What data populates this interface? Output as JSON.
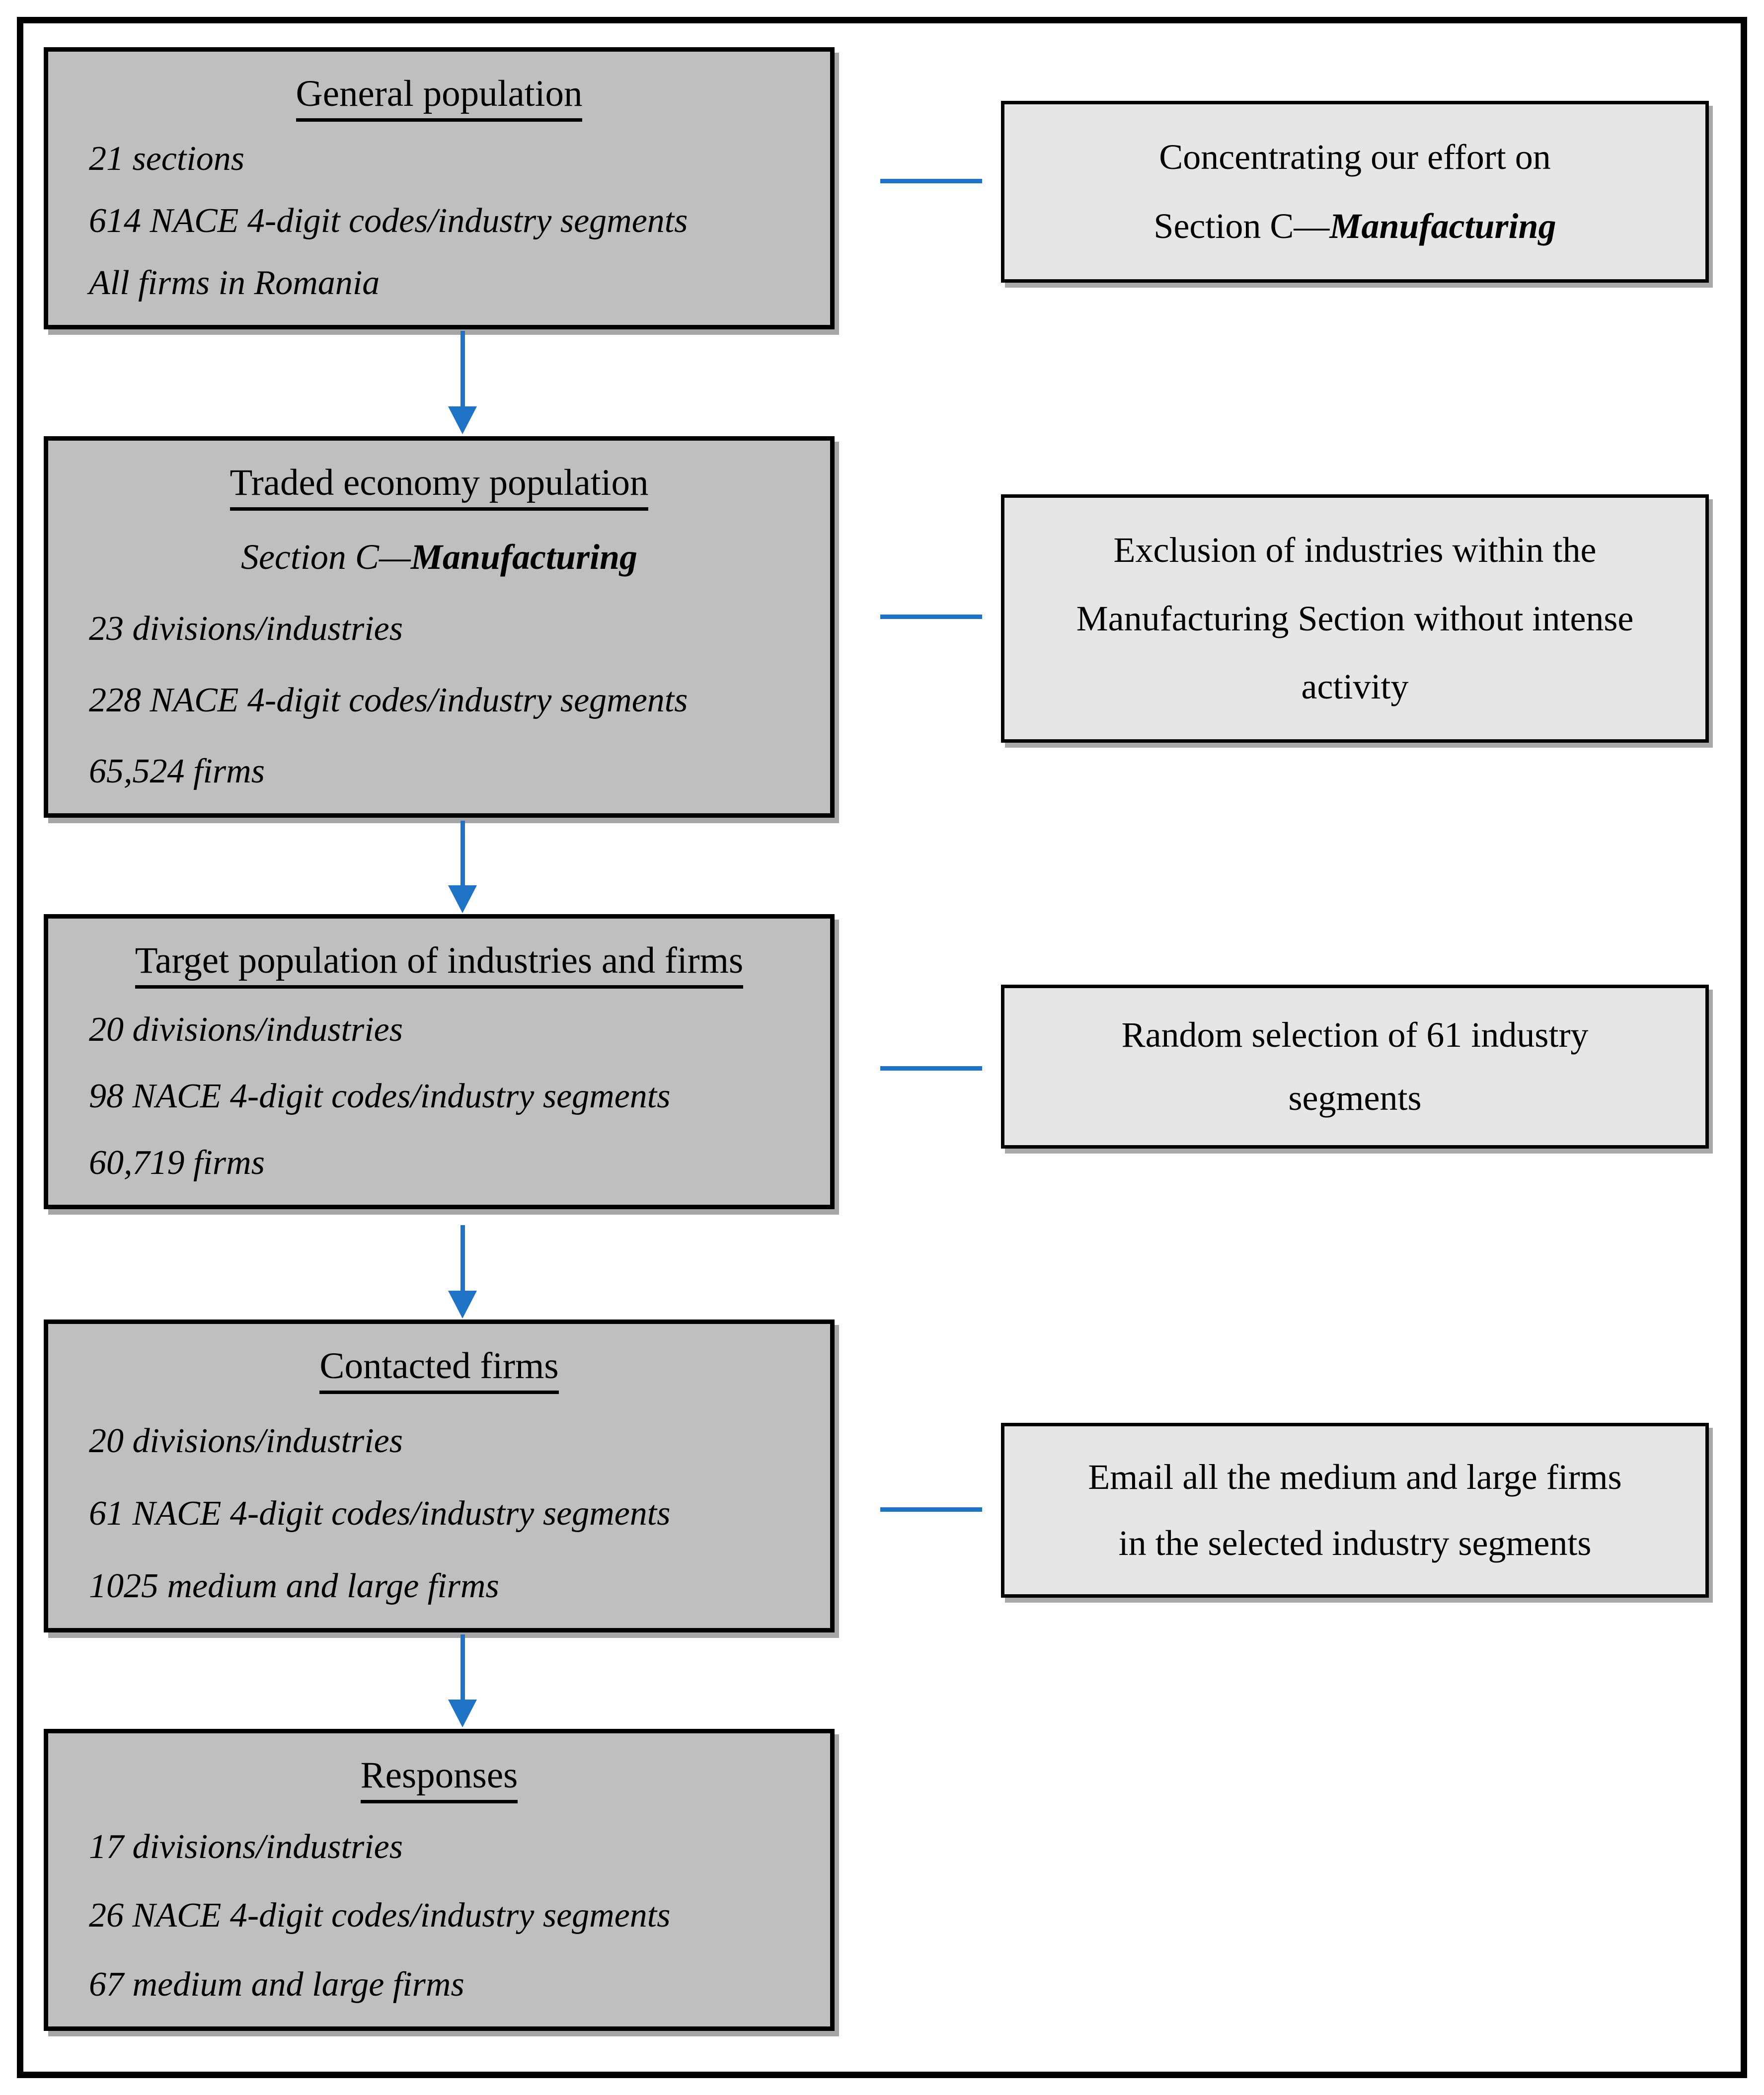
{
  "colors": {
    "flow_box_fill": "#bfbfbf",
    "note_box_fill": "#e6e6e6",
    "border": "#000000",
    "accent_blue": "#1e73c6",
    "page_bg": "#ffffff"
  },
  "flow_boxes": [
    {
      "title": "General population",
      "lines": [
        "21 sections",
        "614 NACE 4-digit codes/industry segments",
        "All firms in Romania"
      ]
    },
    {
      "title": "Traded economy population",
      "subtitle_prefix": "Section C—",
      "subtitle_bold": "Manufacturing",
      "lines": [
        "23 divisions/industries",
        "228 NACE 4-digit codes/industry segments",
        "65,524 firms"
      ]
    },
    {
      "title": "Target population of industries and firms",
      "lines": [
        "20 divisions/industries",
        "98 NACE 4-digit codes/industry segments",
        "60,719 firms"
      ]
    },
    {
      "title": "Contacted firms",
      "lines": [
        "20 divisions/industries",
        "61 NACE 4-digit codes/industry segments",
        "1025 medium and large firms"
      ]
    },
    {
      "title": "Responses",
      "lines": [
        "17 divisions/industries",
        "26 NACE 4-digit codes/industry segments",
        "67 medium and large firms"
      ]
    }
  ],
  "side_notes": [
    {
      "line1": "Concentrating our effort on",
      "line2_prefix": "Section C—",
      "line2_bold": "Manufacturing"
    },
    {
      "lines": [
        "Exclusion of industries within the",
        "Manufacturing Section without intense",
        "activity"
      ]
    },
    {
      "lines": [
        "Random selection of 61 industry",
        "segments"
      ]
    },
    {
      "lines": [
        "Email all the medium and large firms",
        "in the selected industry segments"
      ]
    }
  ]
}
